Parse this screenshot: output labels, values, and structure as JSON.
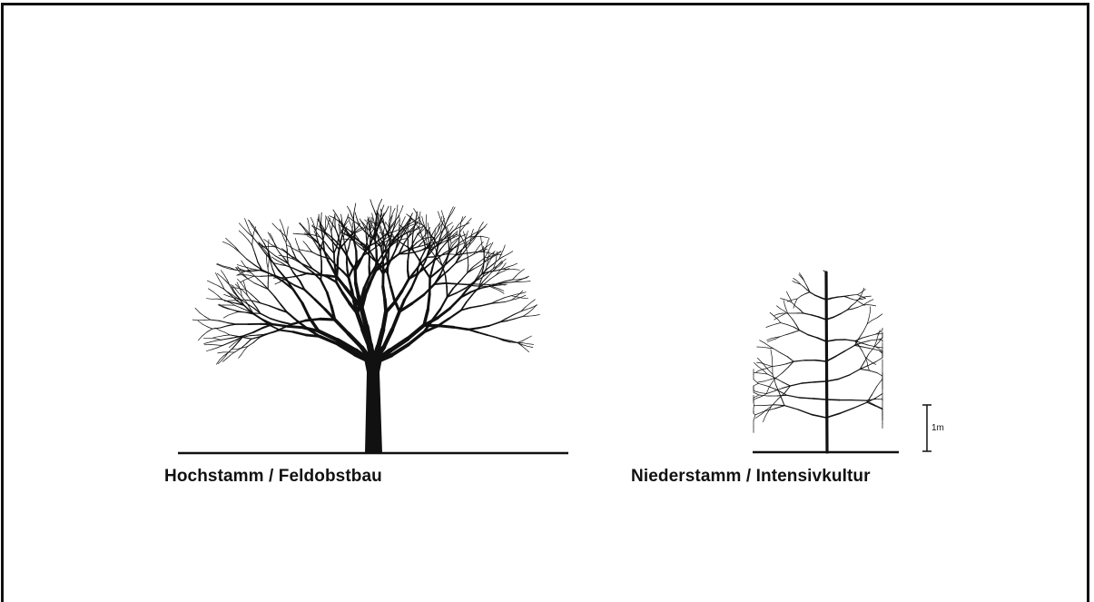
{
  "diagram": {
    "trees": [
      {
        "key": "hochstamm",
        "caption": "Hochstamm / Feldobstbau"
      },
      {
        "key": "niederstamm",
        "caption": "Niederstamm / Intensivkultur"
      }
    ],
    "scale_bar": {
      "label": "1m"
    },
    "colors": {
      "ink": "#111111",
      "background": "#ffffff"
    },
    "icons": [
      "large-standard-tree-icon",
      "small-dwarf-tree-icon",
      "scale-bar-icon"
    ]
  }
}
